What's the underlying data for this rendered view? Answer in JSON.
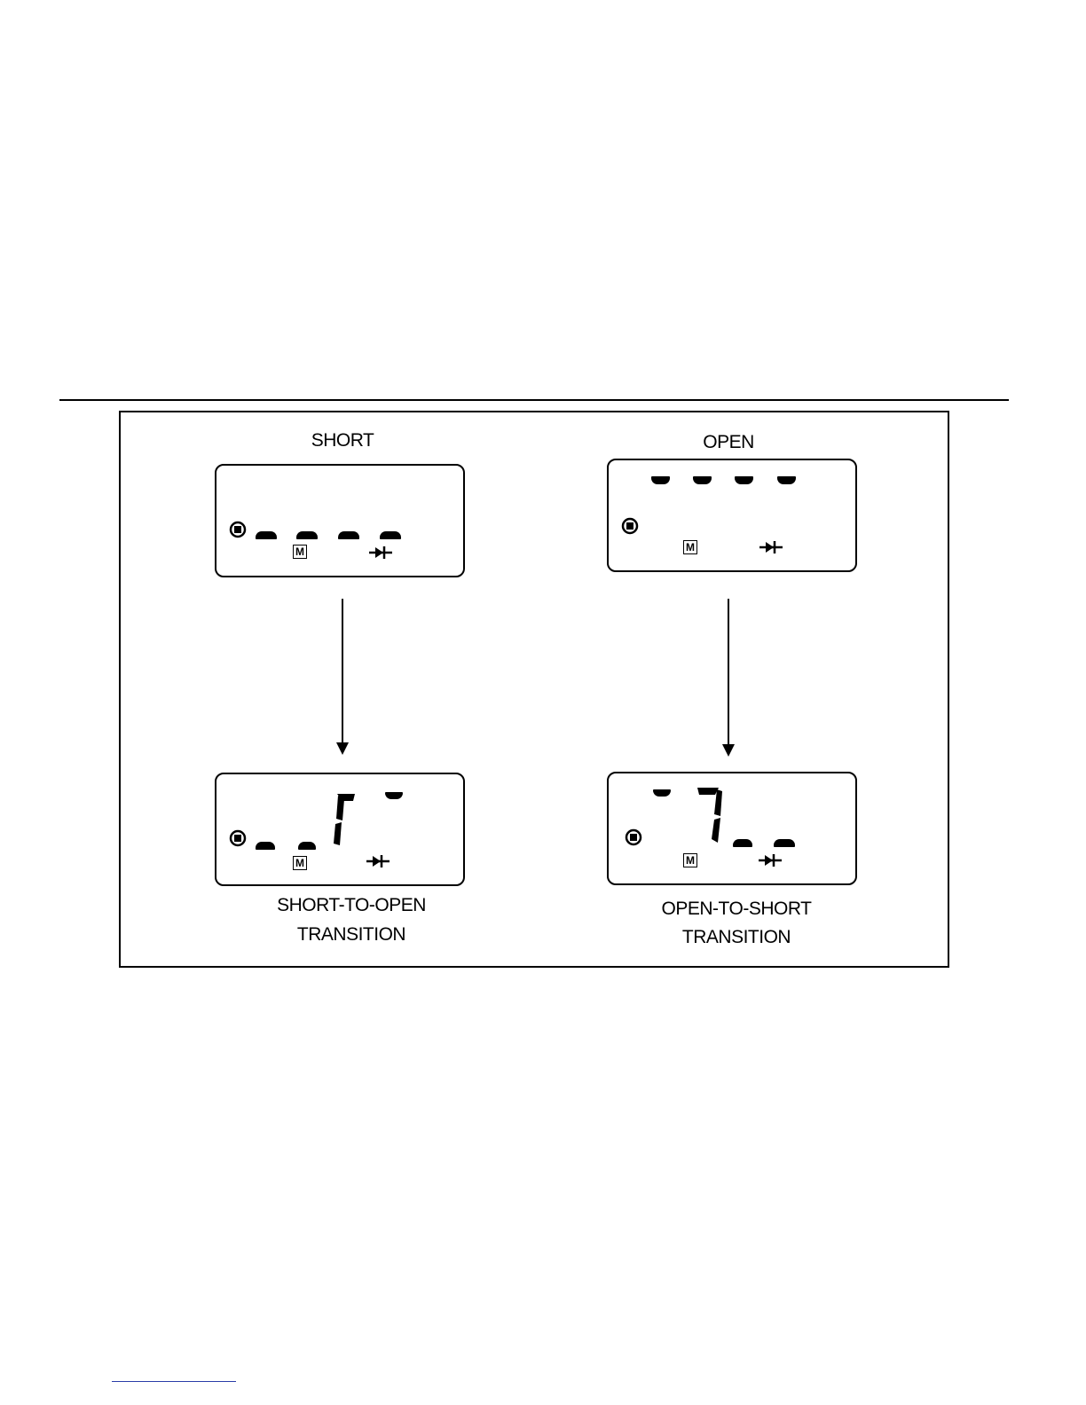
{
  "labels": {
    "short": "SHORT",
    "open": "OPEN",
    "short_to_open_line1": "SHORT-TO-OPEN",
    "short_to_open_line2": "TRANSITION",
    "open_to_short_line1": "OPEN-TO-SHORT",
    "open_to_short_line2": "TRANSITION"
  },
  "annunciators": {
    "memory": "M",
    "icons": [
      "record-icon",
      "memory-icon",
      "diode-icon"
    ]
  },
  "colors": {
    "ink": "#000000",
    "paper": "#ffffff",
    "footer_line": "#2a3ca8"
  }
}
